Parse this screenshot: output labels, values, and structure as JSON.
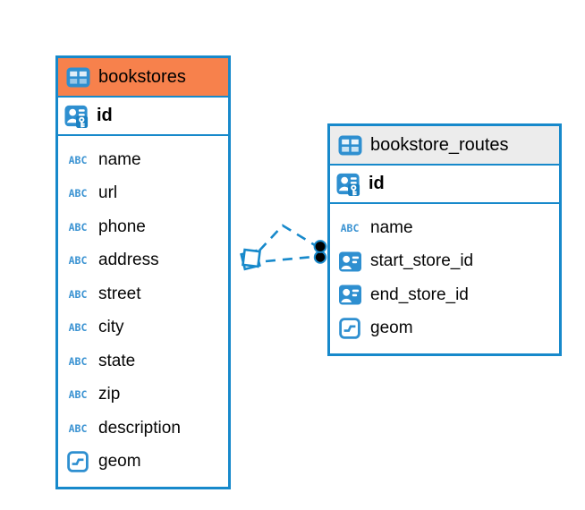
{
  "diagram": {
    "kind": "entity-relationship-diagram",
    "background": "#ffffff",
    "accent_blue": "#1789cb",
    "icon_blue": "#2e8fd0",
    "bookstores_header_bg": "#f7814c",
    "routes_header_bg": "#ececec",
    "relationship_line_style": "dashed"
  },
  "icons": {
    "table_glyph": "table-grid",
    "text_type_glyph": "ABC",
    "primary_key_glyph": "person-with-key",
    "reference_glyph": "person-badge",
    "geometry_glyph": "square-dash"
  },
  "tables": {
    "bookstores": {
      "title": "bookstores",
      "primary_key": {
        "name": "id",
        "type": "primary-key"
      },
      "fields": [
        {
          "name": "name",
          "type": "text"
        },
        {
          "name": "url",
          "type": "text"
        },
        {
          "name": "phone",
          "type": "text"
        },
        {
          "name": "address",
          "type": "text"
        },
        {
          "name": "street",
          "type": "text"
        },
        {
          "name": "city",
          "type": "text"
        },
        {
          "name": "state",
          "type": "text"
        },
        {
          "name": "zip",
          "type": "text"
        },
        {
          "name": "description",
          "type": "text"
        },
        {
          "name": "geom",
          "type": "geometry"
        }
      ]
    },
    "bookstore_routes": {
      "title": "bookstore_routes",
      "primary_key": {
        "name": "id",
        "type": "primary-key"
      },
      "fields": [
        {
          "name": "name",
          "type": "text"
        },
        {
          "name": "start_store_id",
          "type": "reference"
        },
        {
          "name": "end_store_id",
          "type": "reference"
        },
        {
          "name": "geom",
          "type": "geometry"
        }
      ]
    }
  },
  "relationships": [
    {
      "from_table": "bookstore_routes",
      "from_field": "start_store_id",
      "to_table": "bookstores",
      "to_field": "id",
      "style": "dashed"
    },
    {
      "from_table": "bookstore_routes",
      "from_field": "end_store_id",
      "to_table": "bookstores",
      "to_field": "id",
      "style": "dashed"
    }
  ]
}
